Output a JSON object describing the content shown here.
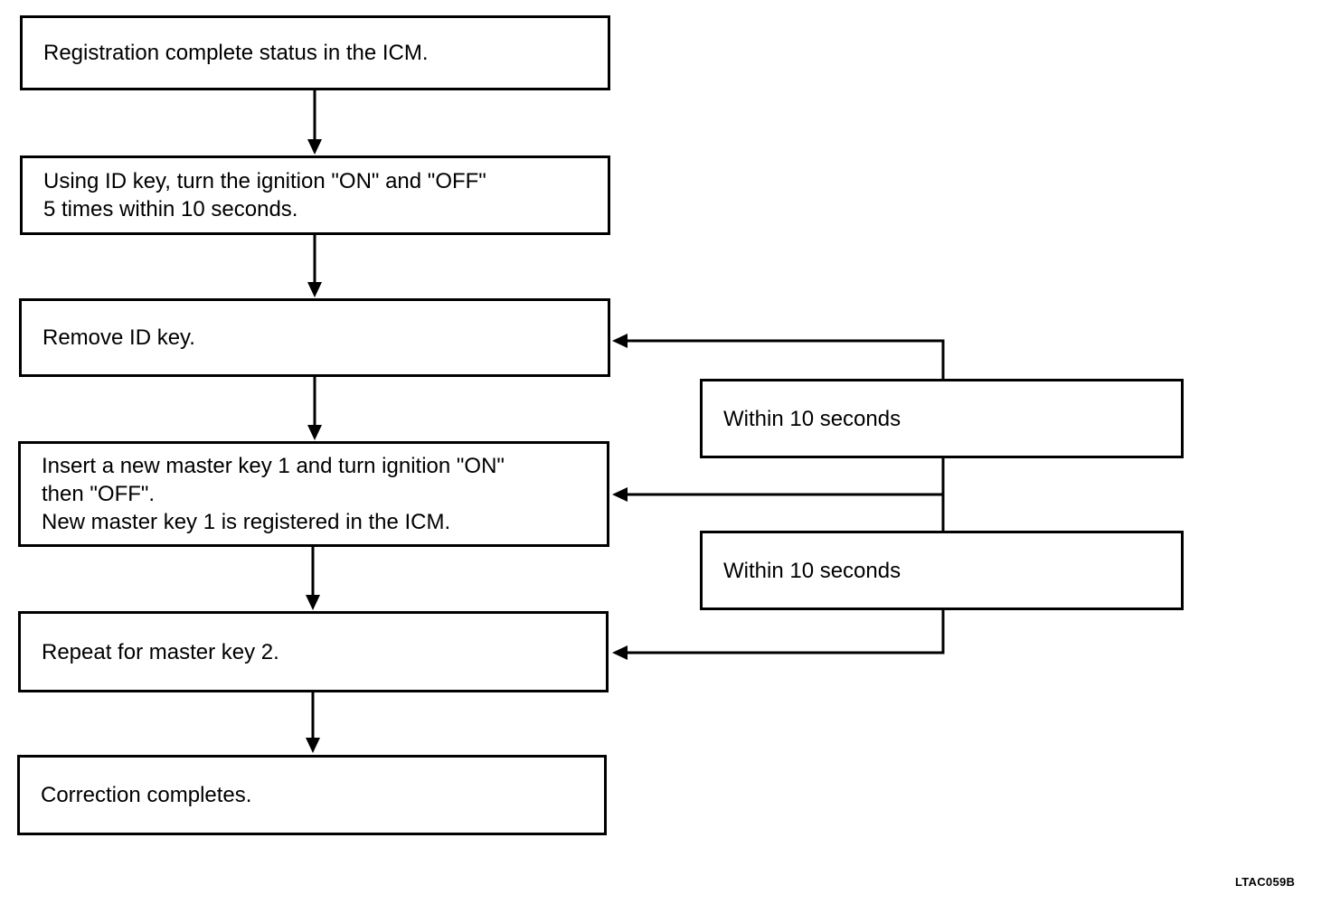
{
  "flowchart": {
    "steps": [
      {
        "lines": [
          "Registration complete status in the ICM."
        ]
      },
      {
        "lines": [
          "Using ID key, turn the ignition \"ON\" and \"OFF\"",
          "5 times within 10 seconds."
        ]
      },
      {
        "lines": [
          "Remove ID key."
        ]
      },
      {
        "lines": [
          "Insert a new master key 1 and turn ignition \"ON\"",
          "then \"OFF\".",
          "New master key 1 is registered in the ICM."
        ]
      },
      {
        "lines": [
          "Repeat for master key 2."
        ]
      },
      {
        "lines": [
          "Correction completes."
        ]
      }
    ],
    "side_notes": [
      {
        "label": "Within 10 seconds"
      },
      {
        "label": "Within 10 seconds"
      }
    ]
  },
  "figure_code": "LTAC059B"
}
